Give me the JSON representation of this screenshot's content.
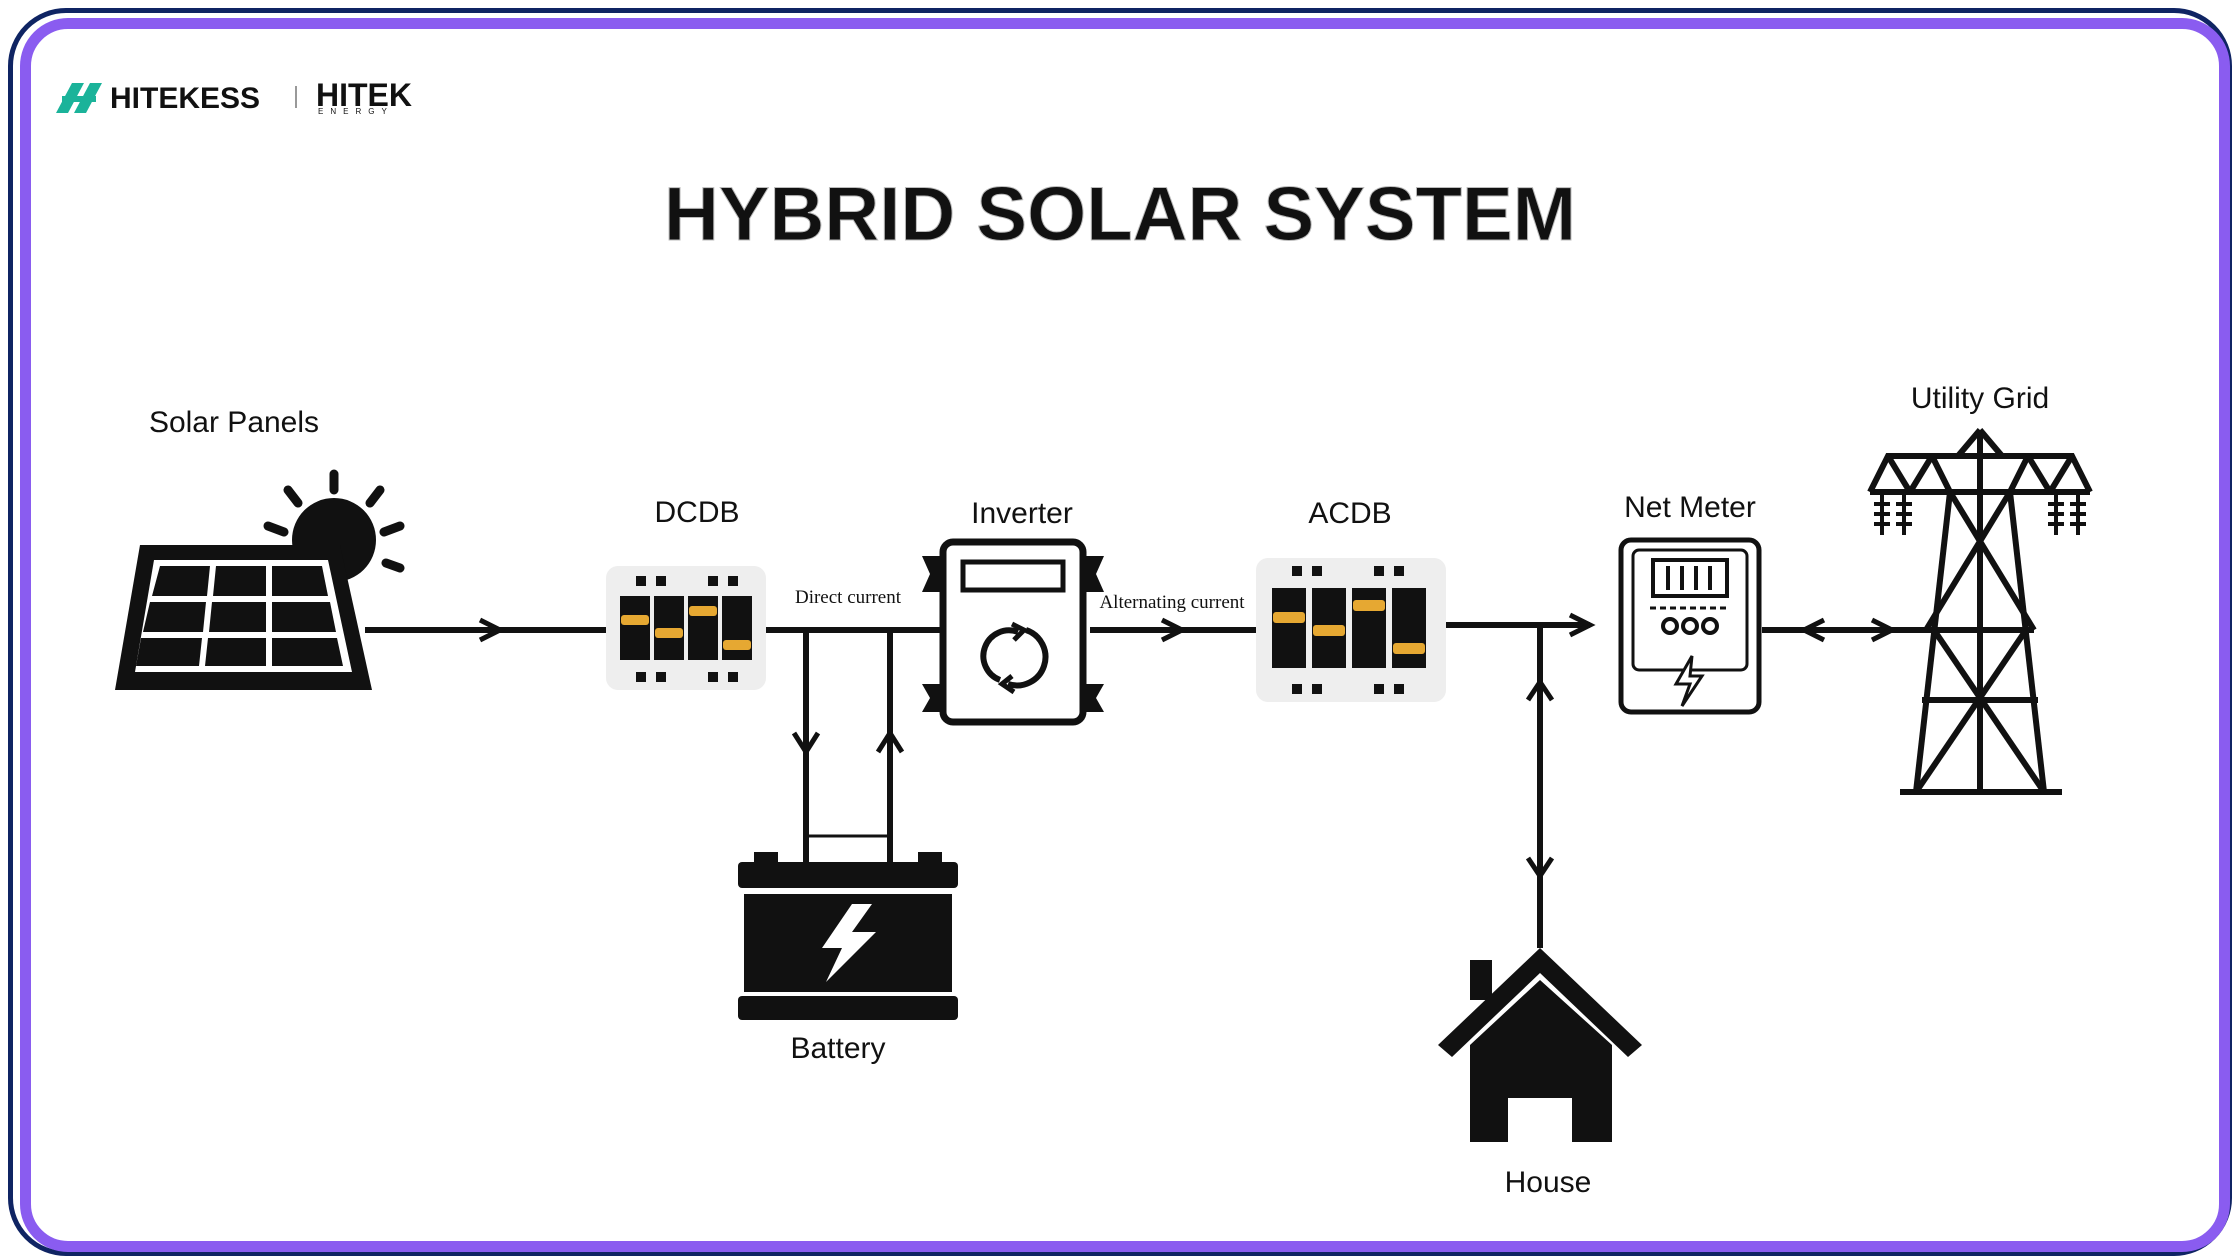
{
  "branding": {
    "logo_primary": "HITEKESS",
    "logo_secondary": "HITEK",
    "logo_secondary_sub": "ENERGY"
  },
  "title": "HYBRID SOLAR SYSTEM",
  "components": {
    "solar_panels": "Solar Panels",
    "dcdb": "DCDB",
    "inverter": "Inverter",
    "acdb": "ACDB",
    "net_meter": "Net Meter",
    "utility_grid": "Utility Grid",
    "battery": "Battery",
    "house": "House"
  },
  "connections": {
    "direct_current": "Direct current",
    "alternating_current": "Alternating current"
  },
  "colors": {
    "frame_outer": "#0f2463",
    "frame_inner": "#8a5cf0",
    "logo_accent": "#1bb39a",
    "breaker_accent": "#e6a832",
    "ink": "#111111"
  }
}
